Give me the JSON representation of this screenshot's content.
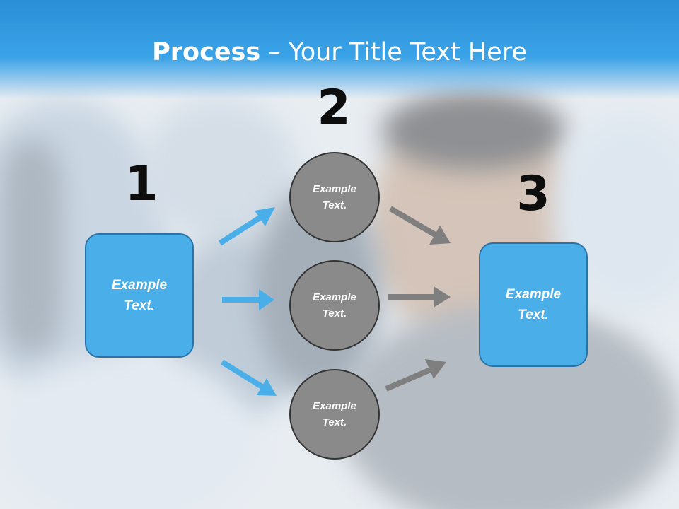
{
  "title": {
    "bold": "Process",
    "rest": " – Your Title Text Here"
  },
  "steps": {
    "one": "1",
    "two": "2",
    "three": "3"
  },
  "boxes": {
    "left": "Example\nText.",
    "right": "Example\nText."
  },
  "circles": [
    "Example\nText.",
    "Example\nText.",
    "Example\nText."
  ],
  "colors": {
    "title_band": "#3aa3e8",
    "box_fill": "#4aaee9",
    "box_border": "#2a73a8",
    "circle_fill": "#8a8a8a",
    "blue_arrow": "#4aaee9",
    "gray_arrow": "#7f7f7f"
  }
}
